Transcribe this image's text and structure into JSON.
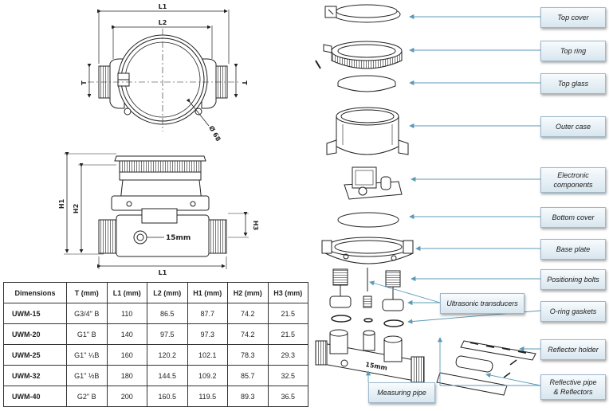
{
  "top_view": {
    "dim_L1": "L1",
    "dim_L2": "L2",
    "dim_T_left": "T",
    "dim_T_right": "T",
    "dim_diameter": "Ø 68"
  },
  "side_view": {
    "dim_L1": "L1",
    "dim_H1": "H1",
    "dim_H2": "H2",
    "dim_H3": "H3",
    "orifice_label": "15mm"
  },
  "exploded_view": {
    "orifice_label": "15mm"
  },
  "table": {
    "headers": [
      "Dimensions",
      "T (mm)",
      "L1 (mm)",
      "L2 (mm)",
      "H1 (mm)",
      "H2 (mm)",
      "H3 (mm)"
    ],
    "rows": [
      [
        "UWM-15",
        "G3/4\" B",
        "110",
        "86.5",
        "87.7",
        "74.2",
        "21.5"
      ],
      [
        "UWM-20",
        "G1\" B",
        "140",
        "97.5",
        "97.3",
        "74.2",
        "21.5"
      ],
      [
        "UWM-25",
        "G1\" ¼B",
        "160",
        "120.2",
        "102.1",
        "78.3",
        "29.3"
      ],
      [
        "UWM-32",
        "G1\" ½B",
        "180",
        "144.5",
        "109.2",
        "85.7",
        "32.5"
      ],
      [
        "UWM-40",
        "G2\" B",
        "200",
        "160.5",
        "119.5",
        "89.3",
        "36.5"
      ]
    ]
  },
  "parts": {
    "top_cover": "Top cover",
    "top_ring": "Top ring",
    "top_glass": "Top glass",
    "outer_case": "Outer case",
    "electronic_components_1": "Electronic",
    "electronic_components_2": "components",
    "bottom_cover": "Bottom cover",
    "base_plate": "Base plate",
    "positioning_bolts": "Positioning bolts",
    "ultrasonic_transducers": "Ultrasonic transducers",
    "o_ring_gaskets": "O-ring gaskets",
    "reflector_holder": "Reflector holder",
    "reflective_pipe_1": "Reflective pipe",
    "reflective_pipe_2": "& Reflectors",
    "measuring_pipe": "Measuring pipe"
  },
  "colors": {
    "callout_border": "#9db8cc",
    "leader_line": "#5b9ab8",
    "outline": "#222222"
  }
}
